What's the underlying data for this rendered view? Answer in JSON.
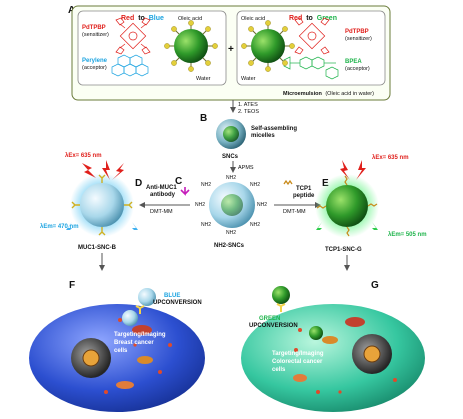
{
  "panels": {
    "A": "A",
    "B": "B",
    "C": "C",
    "D": "D",
    "E": "E",
    "F": "F",
    "G": "G"
  },
  "panel_a": {
    "left_title_parts": [
      "Red",
      "to",
      "Blue"
    ],
    "right_title_parts": [
      "Red",
      "to",
      "Green"
    ],
    "oleic_acid": "Oleic acid",
    "water": "Water",
    "sensitizer_name": "PdTPBP",
    "sensitizer_role": "(sensitizer)",
    "acceptor_blue_name": "Perylene",
    "acceptor_blue_role": "(acceptor)",
    "acceptor_green_name": "BPEA",
    "acceptor_green_role": "(acceptor)",
    "plus": "+",
    "microemulsion_label": "Microemulsion",
    "microemulsion_note": "(Oleic acid in water)"
  },
  "steps": {
    "step1": "1. ATES",
    "step2": "2. TEOS",
    "apms": "APMS",
    "dmt_mm_left": "DMT-MM",
    "dmt_mm_right": "DMT-MM"
  },
  "panel_b": {
    "label": "SNCs",
    "note_line1": "Self-assembling",
    "note_line2": "micelles"
  },
  "panel_c": {
    "nh2_labels": [
      "NH2",
      "NH2",
      "NH2",
      "NH2",
      "NH2",
      "NH2",
      "NH2",
      "NH2"
    ],
    "label": "NH2-SNCs"
  },
  "panel_d": {
    "ex_label": "λEx= 635 nm",
    "em_label": "λEm= 470 nm",
    "antibody_line1": "Anti-MUC1",
    "antibody_line2": "antibody",
    "particle_label": "MUC1-SNC-B"
  },
  "panel_e": {
    "ex_label": "λEx= 635 nm",
    "em_label": "λEm= 505 nm",
    "peptide_line1": "TCP1",
    "peptide_line2": "peptide",
    "particle_label": "TCP1-SNC-G"
  },
  "panel_f": {
    "upconv_color": "BLUE",
    "upconv_word": "UPCONVERSION",
    "target_line1": "Targeting/Imaging",
    "target_line2": "Breast cancer",
    "target_line3": "cells"
  },
  "panel_g": {
    "upconv_color": "GREEN",
    "upconv_word": "UPCONVERSION",
    "target_line1": "Targeting/Imaging",
    "target_line2": "Colorectal cancer",
    "target_line3": "cells"
  },
  "colors": {
    "red": "#e0201c",
    "blue": "#1aa3e0",
    "green": "#1db34a",
    "particle_green": "#2f9a2a",
    "cell_blue": "#2c4fd0",
    "cell_green": "#36c7a0"
  }
}
